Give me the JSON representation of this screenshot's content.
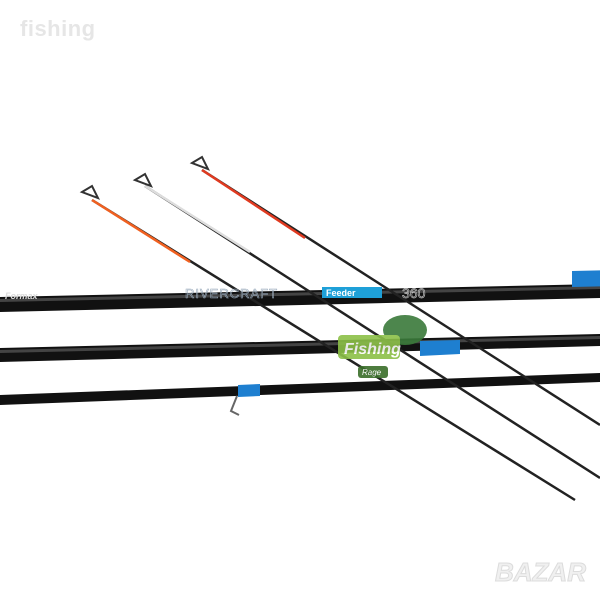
{
  "watermark_top": "fishing",
  "rod_brand": "Formax",
  "rod_model": "RIVERCRAFT",
  "rod_type": "Feeder",
  "rod_length": "360",
  "logo": {
    "line1": "Fishing",
    "line2": "Rage"
  },
  "watermark_bottom": "BAZAR",
  "colors": {
    "blank": "#111111",
    "accent_blue": "#1e7fd0",
    "tip_orange": "#f06020",
    "tip_white": "#ffffff",
    "tip_red": "#e03a20",
    "logo_green": "#6aa83a"
  }
}
